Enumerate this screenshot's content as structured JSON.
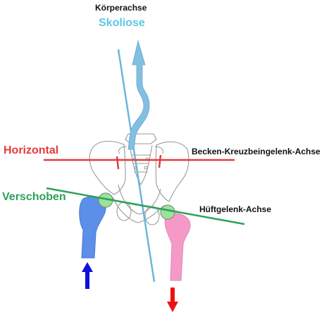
{
  "labels": {
    "koerperachse": "Körperachse",
    "skoliose": "Skoliose",
    "horizontal": "Horizontal",
    "verschoben": "Verschoben",
    "becken_kreuzbeingelenk_achse": "Becken-Kreuzbeingelenk-Achse",
    "hueftgelenk_achse": "Hüftgelenk-Achse"
  },
  "colors": {
    "skoliose": "#5bc8e6",
    "horizontal": "#e53a3a",
    "verschoben": "#2ea05a",
    "body_axis": "#6ab7dc",
    "spine_arrow": "#82bfe0",
    "left_femur": "#5b8fe8",
    "right_femur": "#f59ac6",
    "hip_joint": "#9be39b",
    "up_arrow": "#1010dd",
    "down_arrow": "#ee1111",
    "pelvis_outline": "#9a9a9a"
  },
  "icons": {
    "up_arrow": "arrow-up-icon",
    "down_arrow": "arrow-down-icon"
  }
}
